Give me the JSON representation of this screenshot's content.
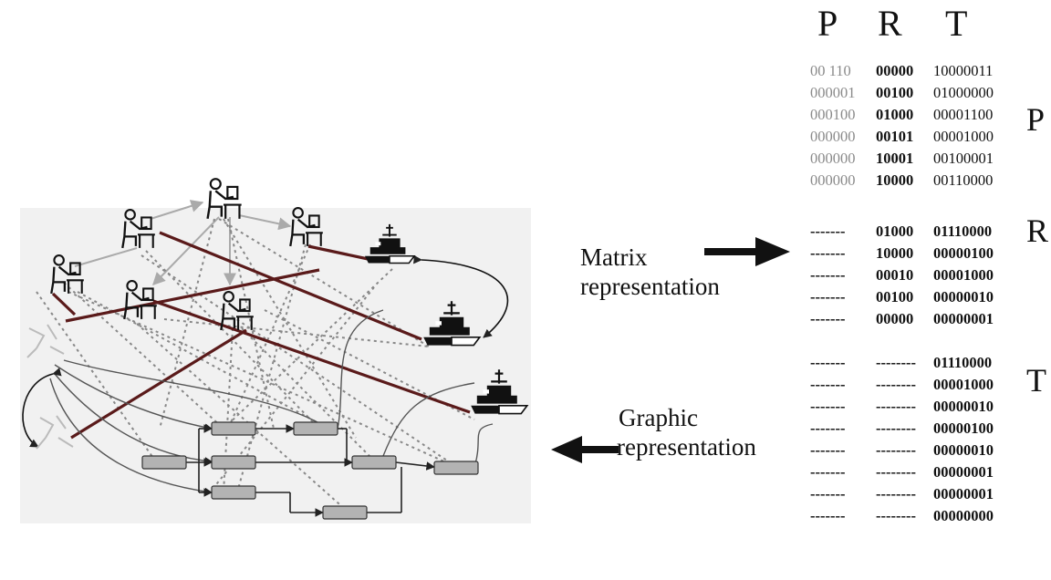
{
  "headers": [
    "P",
    "R",
    "T"
  ],
  "matrix": {
    "P": [
      [
        "00 110",
        "00000",
        "10000011"
      ],
      [
        "000001",
        "00100",
        "01000000"
      ],
      [
        "000100",
        "01000",
        "00001100"
      ],
      [
        "000000",
        "00101",
        "00001000"
      ],
      [
        "000000",
        "10001",
        "00100001"
      ],
      [
        "000000",
        "10000",
        "00110000"
      ]
    ],
    "R": [
      [
        "-------",
        "01000",
        "01110000"
      ],
      [
        "-------",
        "10000",
        "00000100"
      ],
      [
        "-------",
        "00010",
        "00001000"
      ],
      [
        "-------",
        "00100",
        "00000010"
      ],
      [
        "-------",
        "00000",
        "00000001"
      ]
    ],
    "T": [
      [
        "-------",
        "--------",
        "01110000"
      ],
      [
        "-------",
        "--------",
        "00001000"
      ],
      [
        "-------",
        "--------",
        "00000010"
      ],
      [
        "-------",
        "--------",
        "00000100"
      ],
      [
        "-------",
        "--------",
        "00000010"
      ],
      [
        "-------",
        "--------",
        "00000001"
      ],
      [
        "-------",
        "--------",
        "00000001"
      ],
      [
        "-------",
        "--------",
        "00000000"
      ]
    ]
  },
  "side_labels": [
    "P",
    "R",
    "T"
  ],
  "captions": {
    "matrix_line1": "Matrix",
    "matrix_line2": "representation",
    "graphic_line1": "Graphic",
    "graphic_line2": "representation"
  },
  "colors": {
    "ink": "#111111",
    "task_fill": "#b3b3b3",
    "network_bg": "#f1f1f1"
  }
}
